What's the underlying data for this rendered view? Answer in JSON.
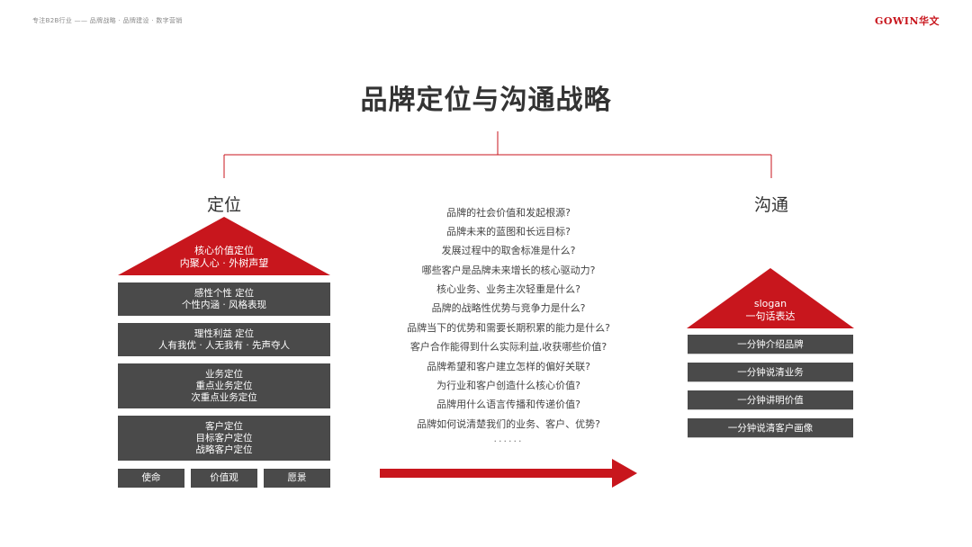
{
  "header": {
    "tagline": "专注B2B行业 —— 品牌战略 · 品牌建设 · 数字营销",
    "logo": "GOWIN华文"
  },
  "title": "品牌定位与沟通战略",
  "left": {
    "title": "定位",
    "triangle": {
      "line1": "核心价值定位",
      "line2": "内聚人心 · 外树声望"
    },
    "boxes": [
      {
        "lines": [
          "感性个性 定位",
          "个性内涵 · 风格表现"
        ]
      },
      {
        "lines": [
          "理性利益 定位",
          "人有我优 · 人无我有 · 先声夺人"
        ]
      },
      {
        "lines": [
          "业务定位",
          "重点业务定位",
          "次重点业务定位"
        ]
      },
      {
        "lines": [
          "客户定位",
          "目标客户定位",
          "战略客户定位"
        ]
      }
    ],
    "bottom": [
      "使命",
      "价值观",
      "愿景"
    ]
  },
  "middle": {
    "questions": [
      "品牌的社会价值和发起根源?",
      "品牌未来的蓝图和长远目标?",
      "发展过程中的取舍标准是什么?",
      "哪些客户是品牌未来增长的核心驱动力?",
      "核心业务、业务主次轻重是什么?",
      "品牌的战略性优势与竞争力是什么?",
      "品牌当下的优势和需要长期积累的能力是什么?",
      "客户合作能得到什么实际利益,收获哪些价值?",
      "品牌希望和客户建立怎样的偏好关联?",
      "为行业和客户创造什么核心价值?",
      "品牌用什么语言传播和传递价值?",
      "品牌如何说清楚我们的业务、客户、优势?"
    ],
    "ellipsis": "......"
  },
  "right": {
    "title": "沟通",
    "triangle": {
      "line1": "slogan",
      "line2": "一句话表达"
    },
    "boxes": [
      "一分钟介绍品牌",
      "一分钟说清业务",
      "一分钟讲明价值",
      "一分钟说清客户画像"
    ]
  },
  "colors": {
    "accent": "#c8161d",
    "box": "#4a4a4a",
    "line": "#c8161d"
  }
}
